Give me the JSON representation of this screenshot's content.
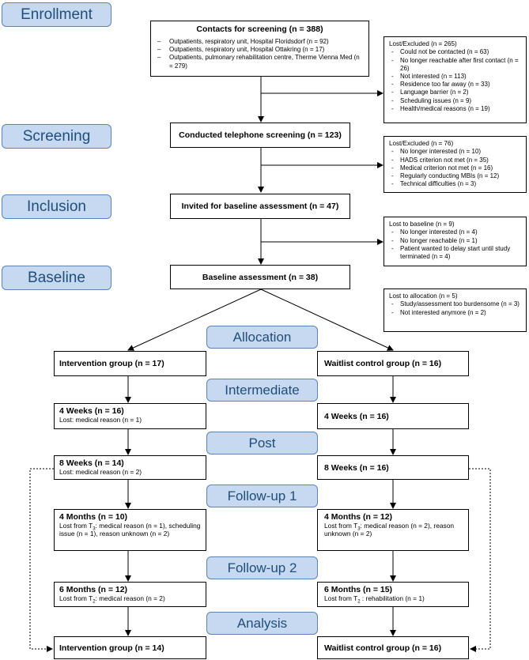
{
  "stages": {
    "enrollment": "Enrollment",
    "screening": "Screening",
    "inclusion": "Inclusion",
    "baseline": "Baseline"
  },
  "phases": {
    "allocation": "Allocation",
    "intermediate": "Intermediate",
    "post": "Post",
    "followup1": "Follow-up 1",
    "followup2": "Follow-up 2",
    "analysis": "Analysis"
  },
  "contacts": {
    "title": "Contacts for screening (n = 388)",
    "items": [
      "Outpatients, respiratory unit, Hospital Floridsdorf (n = 92)",
      "Outpatients, respiratory unit, Hospital Ottakring (n = 17)",
      "Outpatients, pulmonary rehabilitation centre, Therme Vienna Med (n = 279)"
    ]
  },
  "excluded1": {
    "header": "Lost/Excluded (n = 265)",
    "items": [
      "Could not be contacted (n = 63)",
      "No longer reachable after first contact (n = 26)",
      "Not interested (n = 113)",
      "Residence too far away (n = 33)",
      "Language barrier (n = 2)",
      "Scheduling issues (n = 9)",
      "Health/medical reasons (n = 19)"
    ]
  },
  "screening_box": {
    "title": "Conducted telephone screening (n = 123)"
  },
  "excluded2": {
    "header": "Lost/Excluded (n = 76)",
    "items": [
      "No longer interested (n = 10)",
      "HADS criterion not met (n = 35)",
      "Medical criterion not met (n = 16)",
      "Regularly conducting MBIs (n = 12)",
      "Technical difficulties (n = 3)"
    ]
  },
  "invited": {
    "title": "Invited for baseline assessment (n = 47)"
  },
  "lost_baseline": {
    "header": "Lost to baseline (n = 9)",
    "items": [
      "No longer interested (n = 4)",
      "No longer reachable (n = 1)",
      "Patient wanted to delay start until study terminated (n = 4)"
    ]
  },
  "baseline_box": {
    "title": "Baseline assessment (n = 38)"
  },
  "lost_allocation": {
    "header": "Lost to allocation (n = 5)",
    "items": [
      "Study/assessment too burdensome (n = 3)",
      "Not interested anymore (n = 2)"
    ]
  },
  "intervention": {
    "group": "Intervention group (n = 17)",
    "w4_title": "4 Weeks (n = 16)",
    "w4_lost": "Lost: medical reason (n = 1)",
    "w8_title": "8 Weeks (n = 14)",
    "w8_lost": "Lost: medical reason (n = 2)",
    "m4_title": "4 Months (n = 10)",
    "m4_lost_prefix": "Lost from T",
    "m4_lost_sub": "3",
    "m4_lost_suffix": ": medical reason (n = 1), scheduling issue (n = 1), reason unknown (n = 2)",
    "m6_title": "6 Months (n = 12)",
    "m6_lost_prefix": "Lost from T",
    "m6_lost_sub": "2",
    "m6_lost_suffix": ": medical reason (n = 2)",
    "analysis": "Intervention group (n = 14)"
  },
  "waitlist": {
    "group": "Waitlist control group (n = 16)",
    "w4_title": "4 Weeks (n = 16)",
    "w8_title": "8 Weeks (n = 16)",
    "m4_title": "4 Months (n = 12)",
    "m4_lost_prefix": "Lost from T",
    "m4_lost_sub": "3",
    "m4_lost_suffix": ": medical reason (n = 2), reason unknown (n = 2)",
    "m6_title": "6 Months (n = 15)",
    "m6_lost_prefix": "Lost from T",
    "m6_lost_sub": "2",
    "m6_lost_suffix": " : rehabilitation (n = 1)",
    "analysis": "Waitlist control group (n = 16)"
  }
}
